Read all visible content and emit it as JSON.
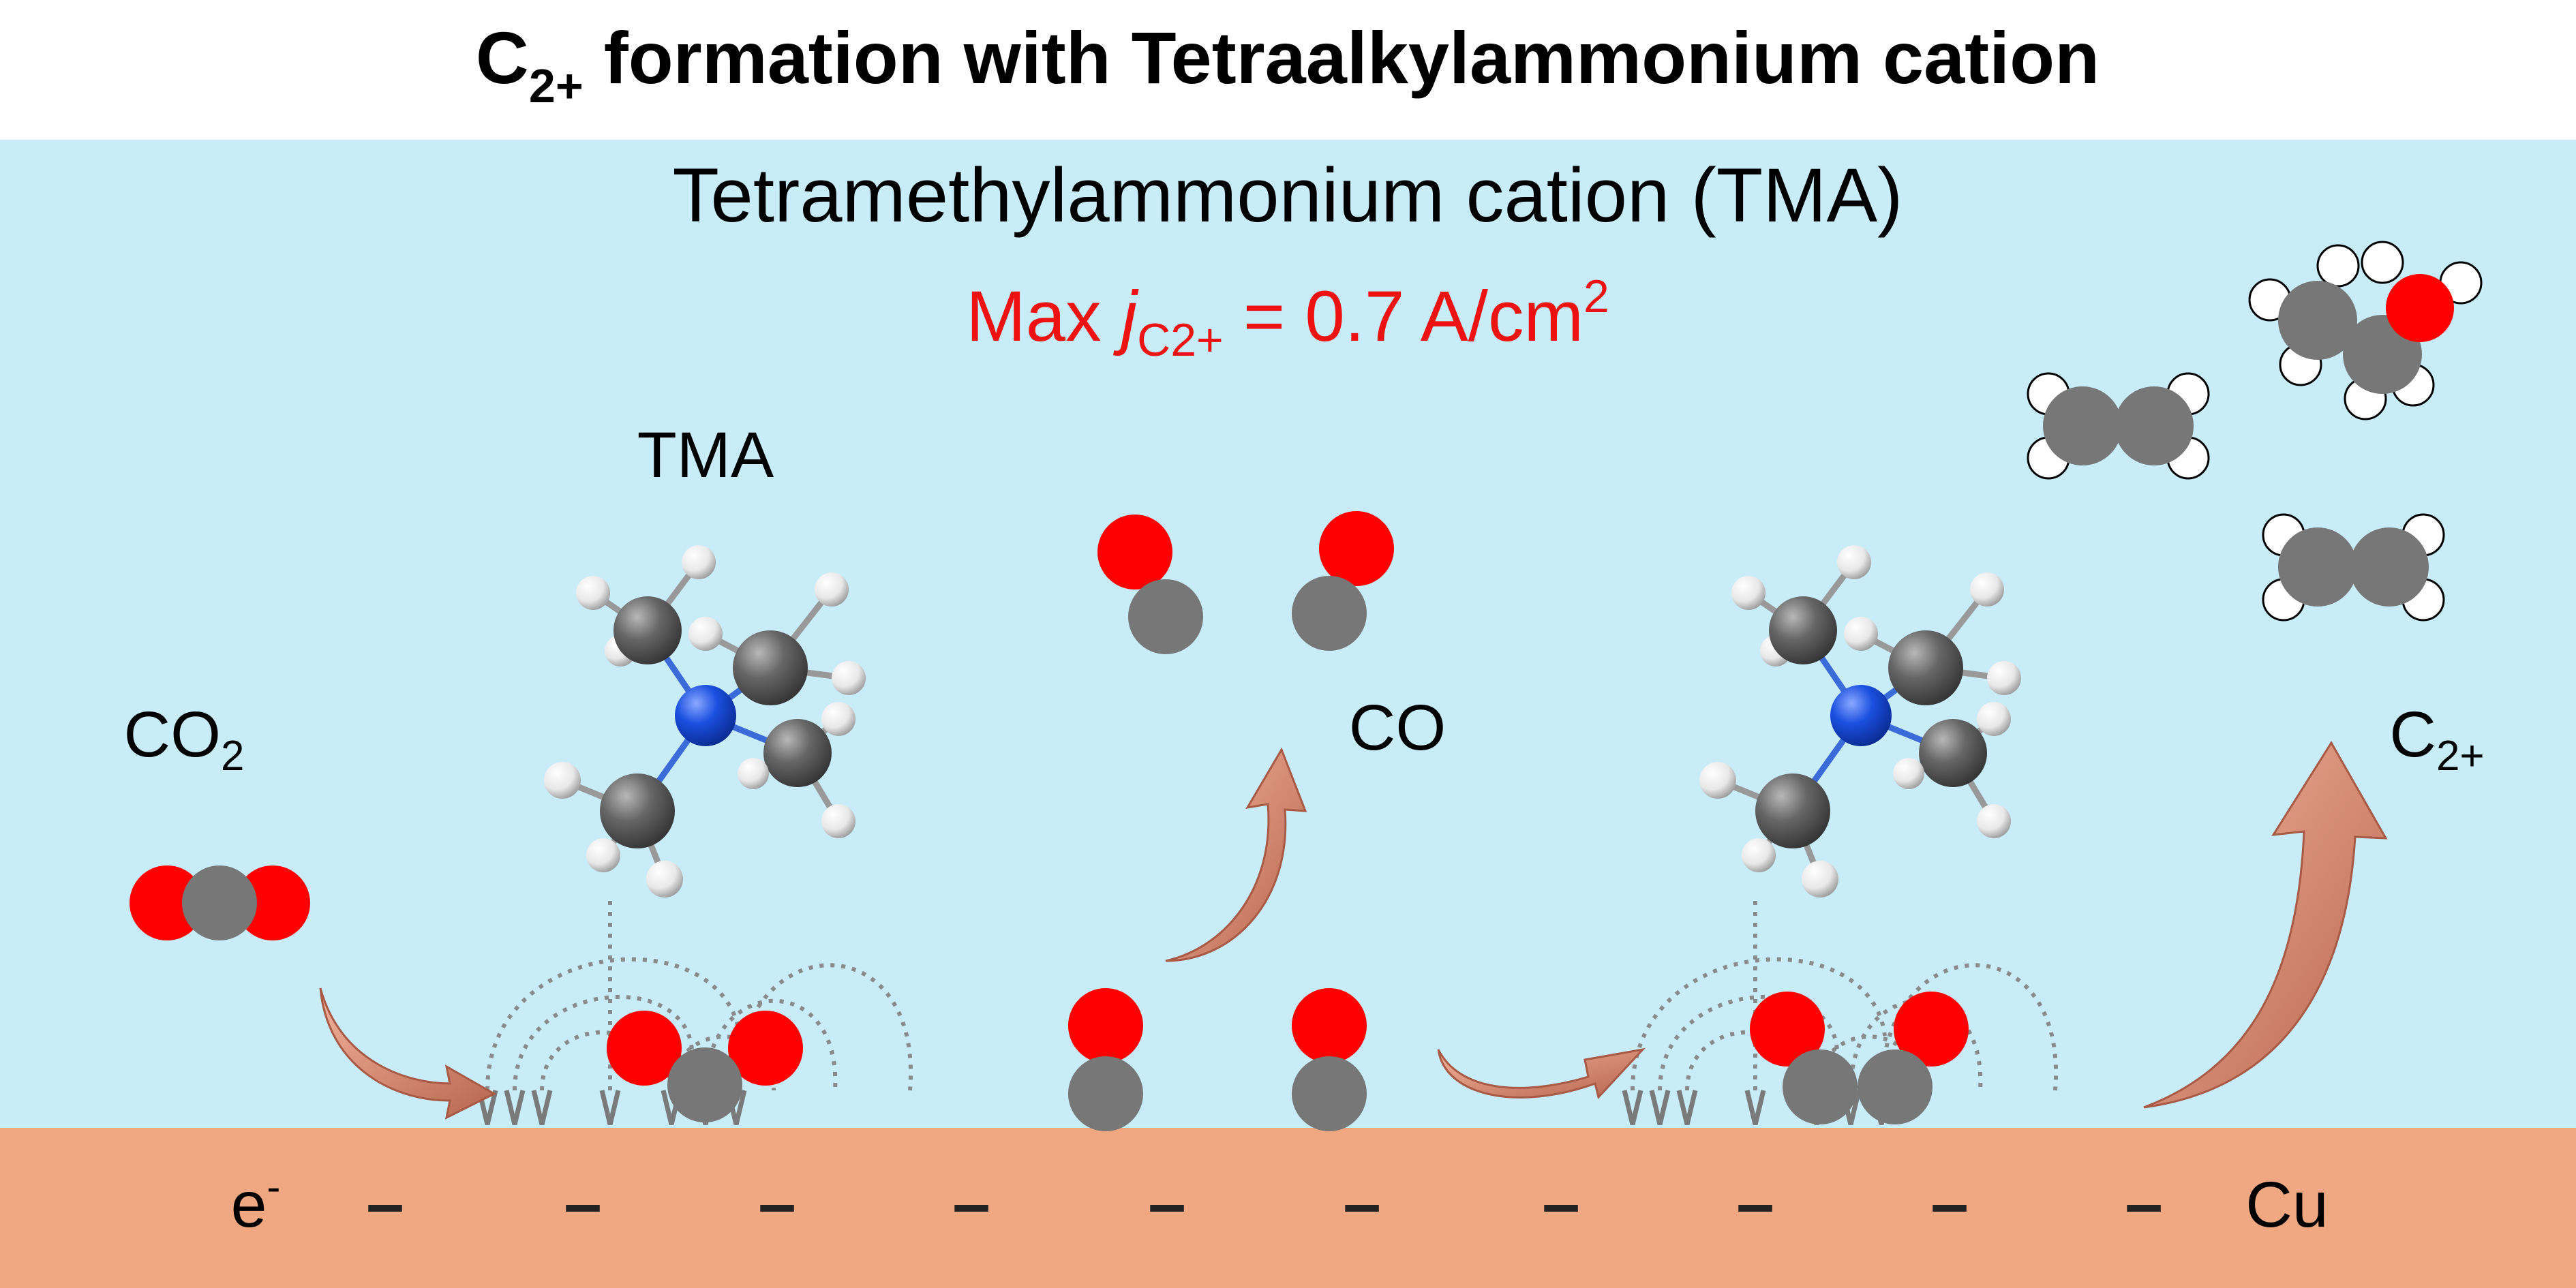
{
  "title": {
    "main": "C",
    "sub": "2+",
    "rest": " formation with Tetraalkylammonium cation"
  },
  "subtitle": "Tetramethylammonium cation (TMA)",
  "max_current": {
    "prefix": "Max ",
    "j": "j",
    "sub": "C2+",
    "eq": " = 0.7 A/cm",
    "sup": "2"
  },
  "labels": {
    "tma": "TMA",
    "co2_main": "CO",
    "co2_sub": "2",
    "co": "CO",
    "c2_main": "C",
    "c2_sub": "2+",
    "electron_main": "e",
    "electron_sup": "-",
    "electrode": "Cu",
    "minus": "–"
  },
  "colors": {
    "background": "#c8ecf8",
    "electrode": "#f0a882",
    "oxygen": "#ff0000",
    "carbon": "#777777",
    "nitrogen": "#1a4fe0",
    "hydrogen": "#ffffff",
    "accent_text": "#ee1111",
    "arrow": "#e0907a",
    "field_line": "#888888"
  }
}
